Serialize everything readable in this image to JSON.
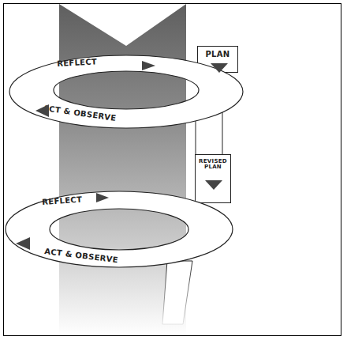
{
  "diagram": {
    "nodes": [
      {
        "text": [
          "PLAN"
        ]
      },
      {
        "text": [
          "REFLECT",
          "ACT & OBSERVE"
        ]
      },
      {
        "text": [
          "REVISED PLAN"
        ]
      },
      {
        "text": [
          "REFLECT",
          "ACT & OBSERVE"
        ]
      }
    ]
  }
}
